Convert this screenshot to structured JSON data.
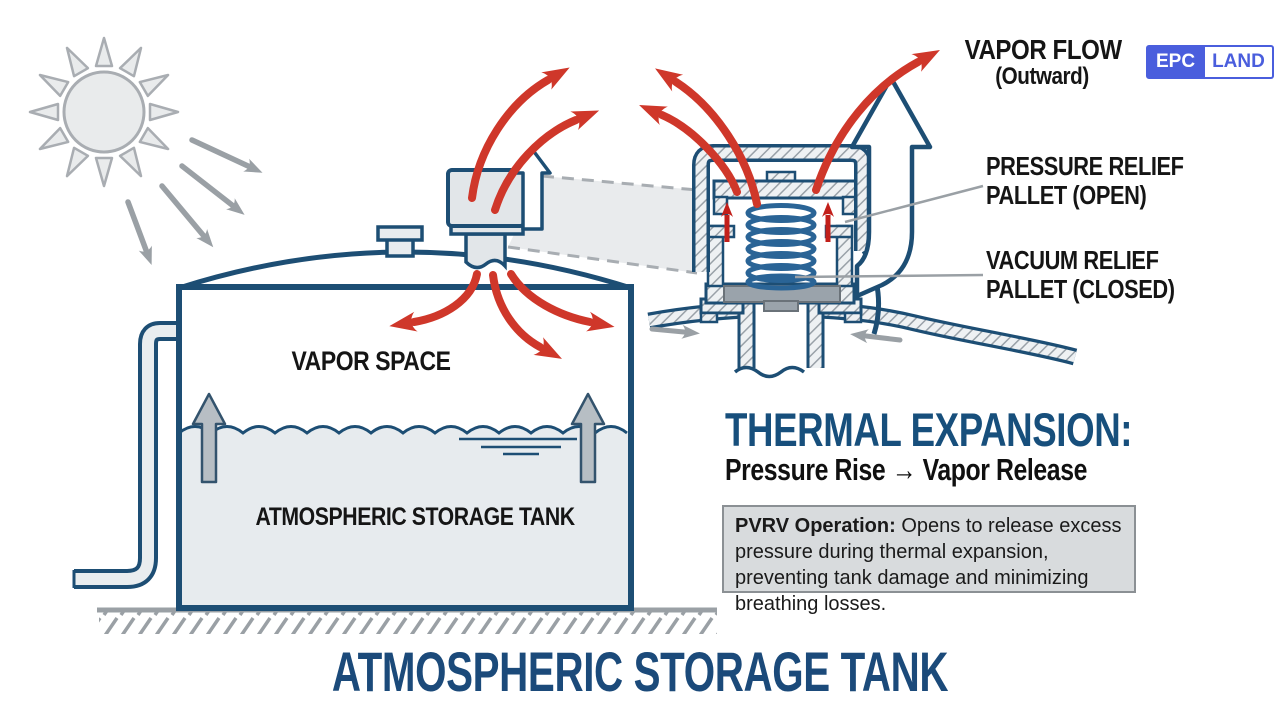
{
  "logo": {
    "epc": "EPC",
    "land": "LAND"
  },
  "callouts": {
    "vapor_flow": {
      "line1": "VAPOR FLOW",
      "line2": "(Outward)"
    },
    "pressure_relief": {
      "line1": "PRESSURE RELIEF",
      "line2": "PALLET (OPEN)"
    },
    "vacuum_relief": {
      "line1": "VACUUM RELIEF",
      "line2": "PALLET (CLOSED)"
    }
  },
  "tank": {
    "vapor_space_label": "VAPOR SPACE",
    "inner_label": "ATMOSPHERIC STORAGE TANK"
  },
  "heading": {
    "title": "THERMAL EXPANSION:",
    "subtitle": "Pressure Rise → Vapor Release"
  },
  "info_box": {
    "lead": "PVRV Operation:",
    "body": " Opens to release excess pressure during thermal expansion, preventing tank damage and minimizing breathing losses."
  },
  "footer": {
    "title": "ATMOSPHERIC STORAGE TANK"
  },
  "icons": {
    "sun": "sun-icon",
    "solar_arrows": "solar-radiation-arrows",
    "red_vapor_arrows": "vapor-flow-arrows-red",
    "blue_outflow_arrow": "vapor-outflow-arrow-blue",
    "spring": "valve-spring-icon",
    "magnifier_cone": "magnification-cone",
    "ground": "ground-hatch"
  },
  "colors": {
    "outline_blue": "#1d4e74",
    "title_blue": "#174f7c",
    "footer_blue": "#1b4a7a",
    "arrow_red": "#cf372a",
    "gray": "#9aa0a5",
    "logo_blue": "#4a5edd",
    "liquid_gray": "#e7ebee",
    "info_bg": "#d8dbdd"
  }
}
